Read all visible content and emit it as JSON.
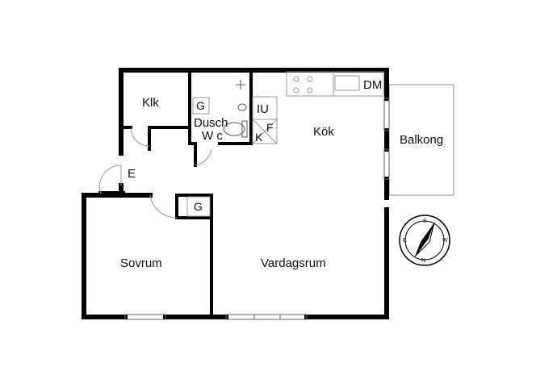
{
  "rooms": {
    "klk": "Klk",
    "dusch": "Dusch",
    "wc": "W c",
    "g_bath": "G",
    "iu": "IU",
    "f": "F",
    "k": "K",
    "kok": "Kök",
    "dm": "DM",
    "balkong": "Balkong",
    "e": "E",
    "g_hall": "G",
    "sovrum": "Sovrum",
    "vardagsrum": "Vardagsrum"
  },
  "compass": {
    "north": "N",
    "south": "S",
    "east": "E",
    "west": "W"
  }
}
